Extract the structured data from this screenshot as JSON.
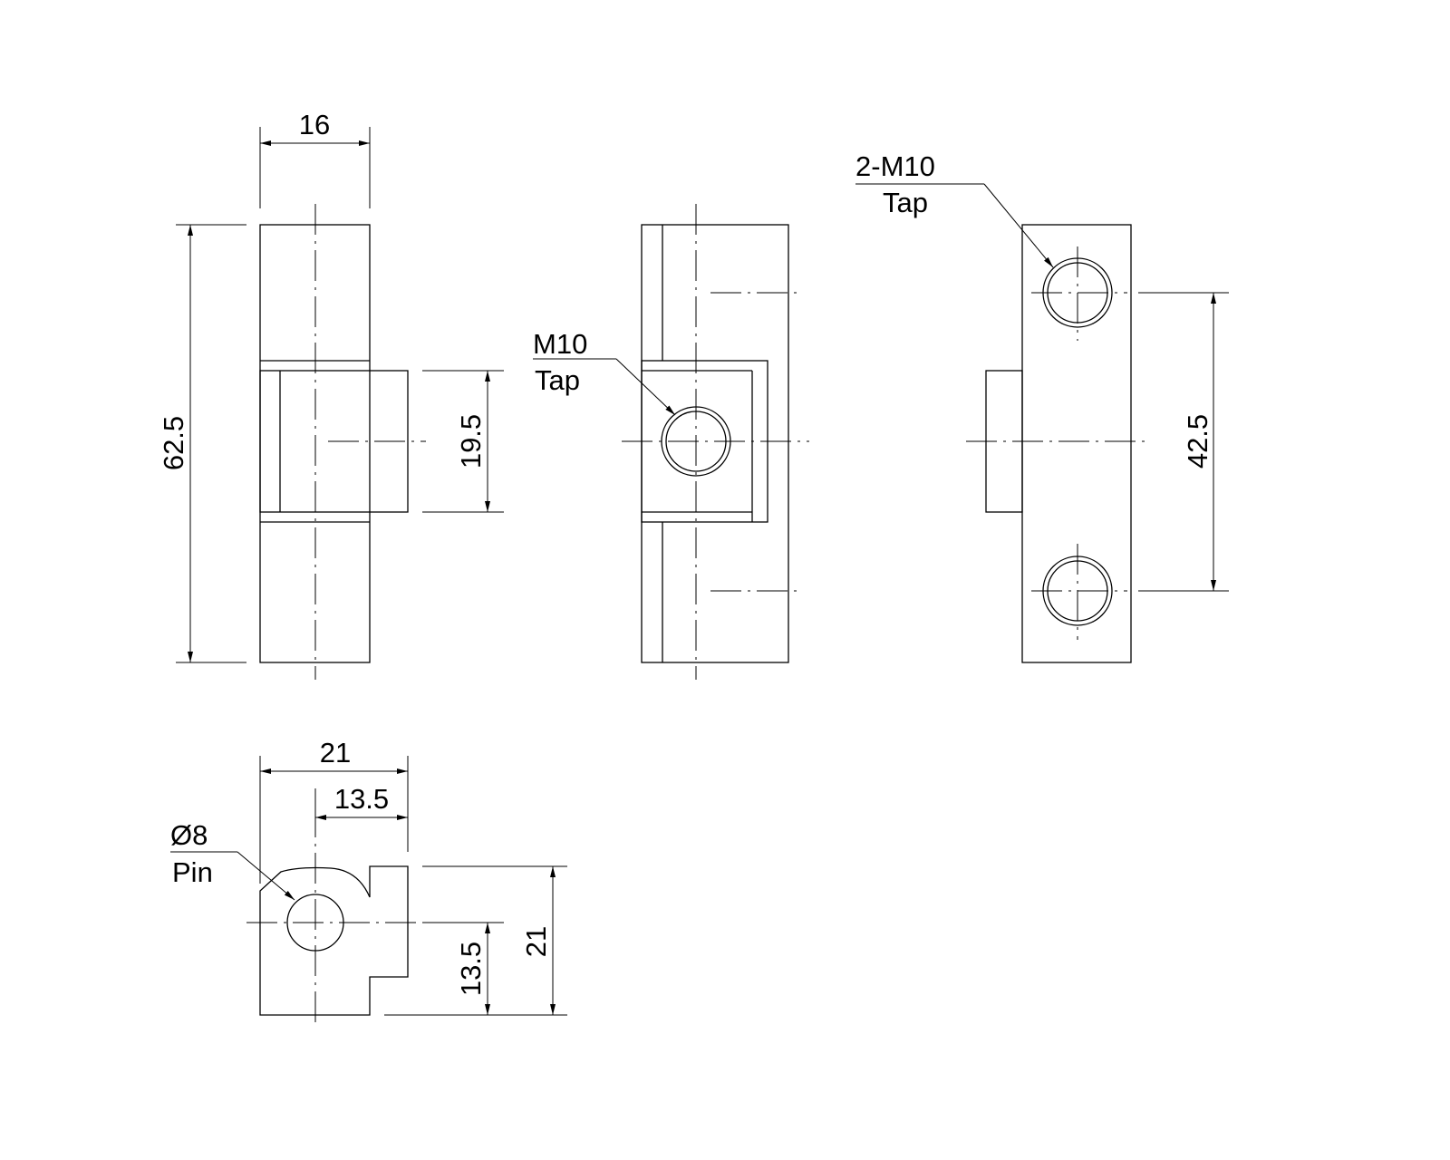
{
  "dimensions": {
    "top_width": "16",
    "overall_height": "62.5",
    "center_height": "19.5",
    "hole_spacing": "42.5",
    "bottom_width": "21",
    "bottom_offset": "13.5",
    "bottom_pin_height": "13.5",
    "bottom_height": "21"
  },
  "callouts": {
    "center_tap_size": "M10",
    "center_tap_type": "Tap",
    "right_tap_size": "2-M10",
    "right_tap_type": "Tap",
    "pin_size": "Ø8",
    "pin_type": "Pin"
  },
  "colors": {
    "line": "#000000",
    "background": "#ffffff"
  }
}
